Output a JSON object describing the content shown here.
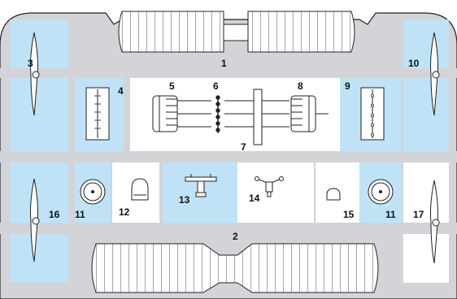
{
  "colors": {
    "sprue_gray": "#d2d4d8",
    "cell_blue": "#bfe2f6",
    "cell_white": "#ffffff",
    "outline": "#222222"
  },
  "labels": {
    "p1": "1",
    "p2": "2",
    "p3": "3",
    "p4": "4",
    "p5": "5",
    "p6": "6",
    "p7": "7",
    "p8": "8",
    "p9": "9",
    "p10": "10",
    "p11a": "11",
    "p11b": "11",
    "p12": "12",
    "p13": "13",
    "p14": "14",
    "p15": "15",
    "p16": "16",
    "p17": "17"
  },
  "parts": [
    {
      "id": "upper-wing",
      "label": "1",
      "icon": "upper-wing-icon"
    },
    {
      "id": "lower-wing",
      "label": "2",
      "icon": "lower-wing-icon"
    },
    {
      "id": "propeller",
      "label": "3",
      "icon": "propeller-icon"
    },
    {
      "id": "tail-panel-left",
      "label": "4",
      "icon": "panel-icon"
    },
    {
      "id": "engine-left",
      "label": "5",
      "icon": "engine-icon"
    },
    {
      "id": "strut-chain",
      "label": "6",
      "icon": "strut-icon"
    },
    {
      "id": "fuselage-strip",
      "label": "7",
      "icon": "strip-icon"
    },
    {
      "id": "engine-right",
      "label": "8",
      "icon": "engine-icon"
    },
    {
      "id": "tail-panel-right",
      "label": "9",
      "icon": "panel-icon"
    },
    {
      "id": "propeller",
      "label": "10",
      "icon": "propeller-icon"
    },
    {
      "id": "wheel",
      "label": "11",
      "icon": "wheel-icon"
    },
    {
      "id": "cowl",
      "label": "12",
      "icon": "cowl-icon"
    },
    {
      "id": "undercarriage",
      "label": "13",
      "icon": "undercarriage-icon"
    },
    {
      "id": "undercarriage",
      "label": "14",
      "icon": "undercarriage-icon"
    },
    {
      "id": "dome",
      "label": "15",
      "icon": "dome-icon"
    },
    {
      "id": "propeller",
      "label": "16",
      "icon": "propeller-icon"
    },
    {
      "id": "propeller",
      "label": "17",
      "icon": "propeller-icon"
    }
  ]
}
